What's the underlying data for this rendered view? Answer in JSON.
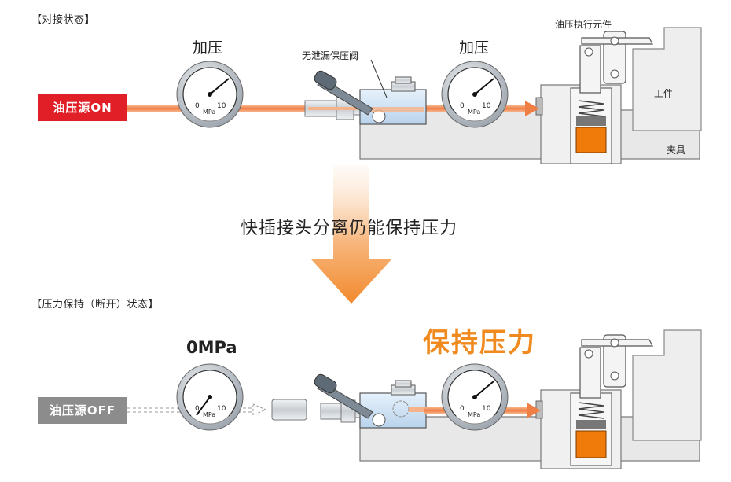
{
  "top": {
    "state_label": "【对接状态】",
    "gauge_left_title": "加压",
    "gauge_right_title": "加压",
    "valve_label": "无泄漏保压阀",
    "actuator_label": "油压执行元件",
    "workpiece_label": "工件",
    "fixture_label": "夹具",
    "source_label": "油压源ON"
  },
  "middle": {
    "caption": "快插接头分离仍能保持压力"
  },
  "bottom": {
    "state_label": "【压力保持（断开）状态】",
    "gauge_left_title": "0MPa",
    "hold_text": "保持压力",
    "source_label": "油压源OFF"
  },
  "gauge": {
    "tick_0": "0",
    "tick_10": "10",
    "unit": "MPa"
  },
  "colors": {
    "source_on": "#e01f26",
    "source_off": "#8c8c8c",
    "oil_line": "#f08a4b",
    "oil_fill": "#f07a0a",
    "arrow": "#f0903a"
  }
}
